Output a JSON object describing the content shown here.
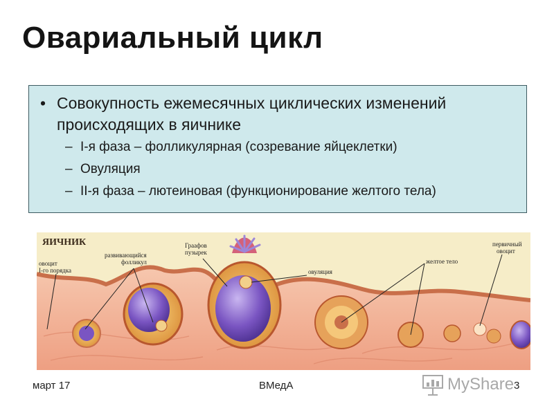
{
  "slide": {
    "title": "Овариальный цикл",
    "bullet": "Совокупность ежемесячных циклических изменений происходящих в яичнике",
    "bullet_marker": "•",
    "sub_marker": "–",
    "sub_items": [
      "I-я фаза – фолликулярная  (созревание яйцеклетки)",
      "Овуляция",
      "II-я фаза – лютеиновая (функционирование желтого тела)"
    ]
  },
  "figure": {
    "organ_label": "ЯИЧНИК",
    "labels": {
      "oocyte": [
        "овоцит",
        "I-го порядка"
      ],
      "developing_follicle": [
        "развивающийся",
        "фолликул"
      ],
      "graafian": [
        "Граафов",
        "пузырек"
      ],
      "ovulation": "овуляция",
      "corpus_luteum": "желтое тело",
      "primary_oocyte": [
        "первичный",
        "овоцит"
      ]
    },
    "colors": {
      "stroma": "#f2b8a0",
      "epithelium": "#c96f4a",
      "follicle": "#7a55c2",
      "granulosa": "#e9a94a",
      "background": "#f6edc8"
    }
  },
  "footer": {
    "date": "март 17",
    "center": "ВМедА",
    "page": "3"
  },
  "watermark": {
    "text": "MyShare",
    "icon": "presentation-board-icon"
  }
}
